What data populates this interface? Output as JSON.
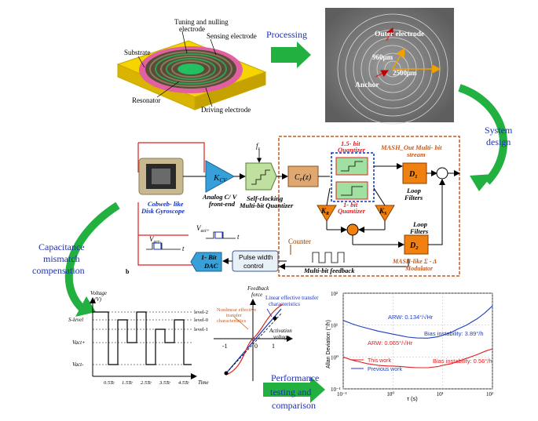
{
  "flow": {
    "processing": "Processing",
    "system_design": [
      "System",
      "design"
    ],
    "capacitance": [
      "Capacitance",
      "mismatch",
      "compensation"
    ],
    "performance": [
      "Performance",
      "testing and",
      "comparison"
    ]
  },
  "device": {
    "tuning": [
      "Tuning and nulling",
      "electrode"
    ],
    "sensing": "Sensing electrode",
    "substrate": "Substrate",
    "resonator": "Resonator",
    "driving": "Driving electrode"
  },
  "sem": {
    "outer": "Outer electrode",
    "r960": "960μm",
    "r2500": "2500μm",
    "anchor": "Anchor"
  },
  "circuit": {
    "kcv": "K",
    "kcv_sub": "CV",
    "analog": [
      "Analog C/ V",
      "front-end"
    ],
    "fs": "f",
    "fs_sub": "s",
    "quant": [
      "Self-clocking",
      "Multi-bit Quantizer"
    ],
    "cp": "C",
    "cp_sub": "P",
    "cp_suffix": "(z)",
    "q15": [
      "1.5- bit",
      "Quantizer"
    ],
    "q1": [
      "1- bit",
      "Quantizer"
    ],
    "mash_out": [
      "MASH_Out Multi- bit",
      "stream"
    ],
    "d1": "D",
    "d1_sub": "1",
    "d2": "D",
    "d2_sub": "2",
    "loop1": [
      "Loop",
      "Filters"
    ],
    "loop2": [
      "Loop",
      "Filters"
    ],
    "kr": "K",
    "kr_sub": "R",
    "ks": "K",
    "ks_sub": "S",
    "gyro": [
      "Cobweb- like",
      "Disk Gyroscope"
    ],
    "counter": "Counter",
    "pwc": [
      "Pulse width",
      "control"
    ],
    "multibit": "Multi-bit feedback",
    "dac": [
      "1- Bit",
      "DAC"
    ],
    "mash_like": [
      "MASH-like Σ - Δ",
      "Modulator"
    ],
    "vact_minus": "V",
    "vact_minus_sub": "act-",
    "vact_plus": "V",
    "vact_plus_sub": "act+",
    "t": "t",
    "fig_b": "b"
  },
  "waveform": {
    "ylabel": [
      "Voltage",
      "(V)"
    ],
    "s_level": "S-level",
    "vact_plus": "Vact+",
    "vact_minus": "Vact-",
    "levels": [
      "level-2",
      "level-0",
      "level-1"
    ],
    "ticks": [
      "0.5Tc",
      "1.5Tc",
      "2.5Tc",
      "3.5Tc",
      "4.5Tc"
    ],
    "time": "Time"
  },
  "transfer": {
    "feedback": [
      "Feedback",
      "force"
    ],
    "linear": [
      "Linear effective transfer",
      "characteristics"
    ],
    "nonlinear": [
      "Nonlinear effective",
      "transfer",
      "characteristics"
    ],
    "activation": [
      "Activation",
      "voltage"
    ],
    "ticks": [
      "-1",
      "0",
      "1"
    ]
  },
  "chart_data": {
    "type": "line",
    "xlabel": "τ (s)",
    "ylabel": "Allan Deviation (°/h)",
    "xscale": "log",
    "yscale": "log",
    "xlim": [
      0.1,
      100
    ],
    "ylim": [
      0.1,
      100
    ],
    "x_ticks": [
      "10⁻¹",
      "10⁰",
      "10¹",
      "10²"
    ],
    "y_ticks": [
      "10⁻¹",
      "10⁰",
      "10¹",
      "10²"
    ],
    "legend": {
      "position": "bottom-left",
      "entries": [
        "This work",
        "Previous work"
      ]
    },
    "annotations": [
      {
        "text": "ARW: 0.134°/√Hr",
        "color": "#1f3fbf"
      },
      {
        "text": "Bias instability: 3.89°/h",
        "color": "#1f3fbf"
      },
      {
        "text": "ARW: 0.065°/√Hr",
        "color": "#e02020"
      },
      {
        "text": "Bias instability: 0.56°/h",
        "color": "#e02020"
      }
    ],
    "series": [
      {
        "name": "This work",
        "color": "#e02020",
        "x": [
          0.1,
          0.15,
          0.2,
          0.3,
          0.5,
          0.8,
          1,
          1.5,
          2,
          3,
          5,
          8,
          10,
          15,
          20,
          30,
          50,
          70,
          100
        ],
        "y": [
          1.0,
          0.8,
          0.72,
          0.62,
          0.55,
          0.52,
          0.52,
          0.5,
          0.48,
          0.46,
          0.46,
          0.5,
          0.55,
          0.62,
          0.72,
          0.9,
          1.2,
          1.5,
          1.8
        ]
      },
      {
        "name": "Previous work",
        "color": "#1f3fbf",
        "x": [
          0.1,
          0.15,
          0.2,
          0.3,
          0.5,
          0.8,
          1,
          1.5,
          2,
          3,
          5,
          8,
          10,
          15,
          20,
          30,
          50,
          70,
          100
        ],
        "y": [
          14,
          11,
          9.5,
          8,
          6.5,
          5.6,
          5.2,
          4.6,
          4.2,
          3.95,
          3.9,
          4.3,
          4.8,
          6.0,
          7.5,
          10,
          16,
          24,
          40
        ]
      }
    ]
  }
}
